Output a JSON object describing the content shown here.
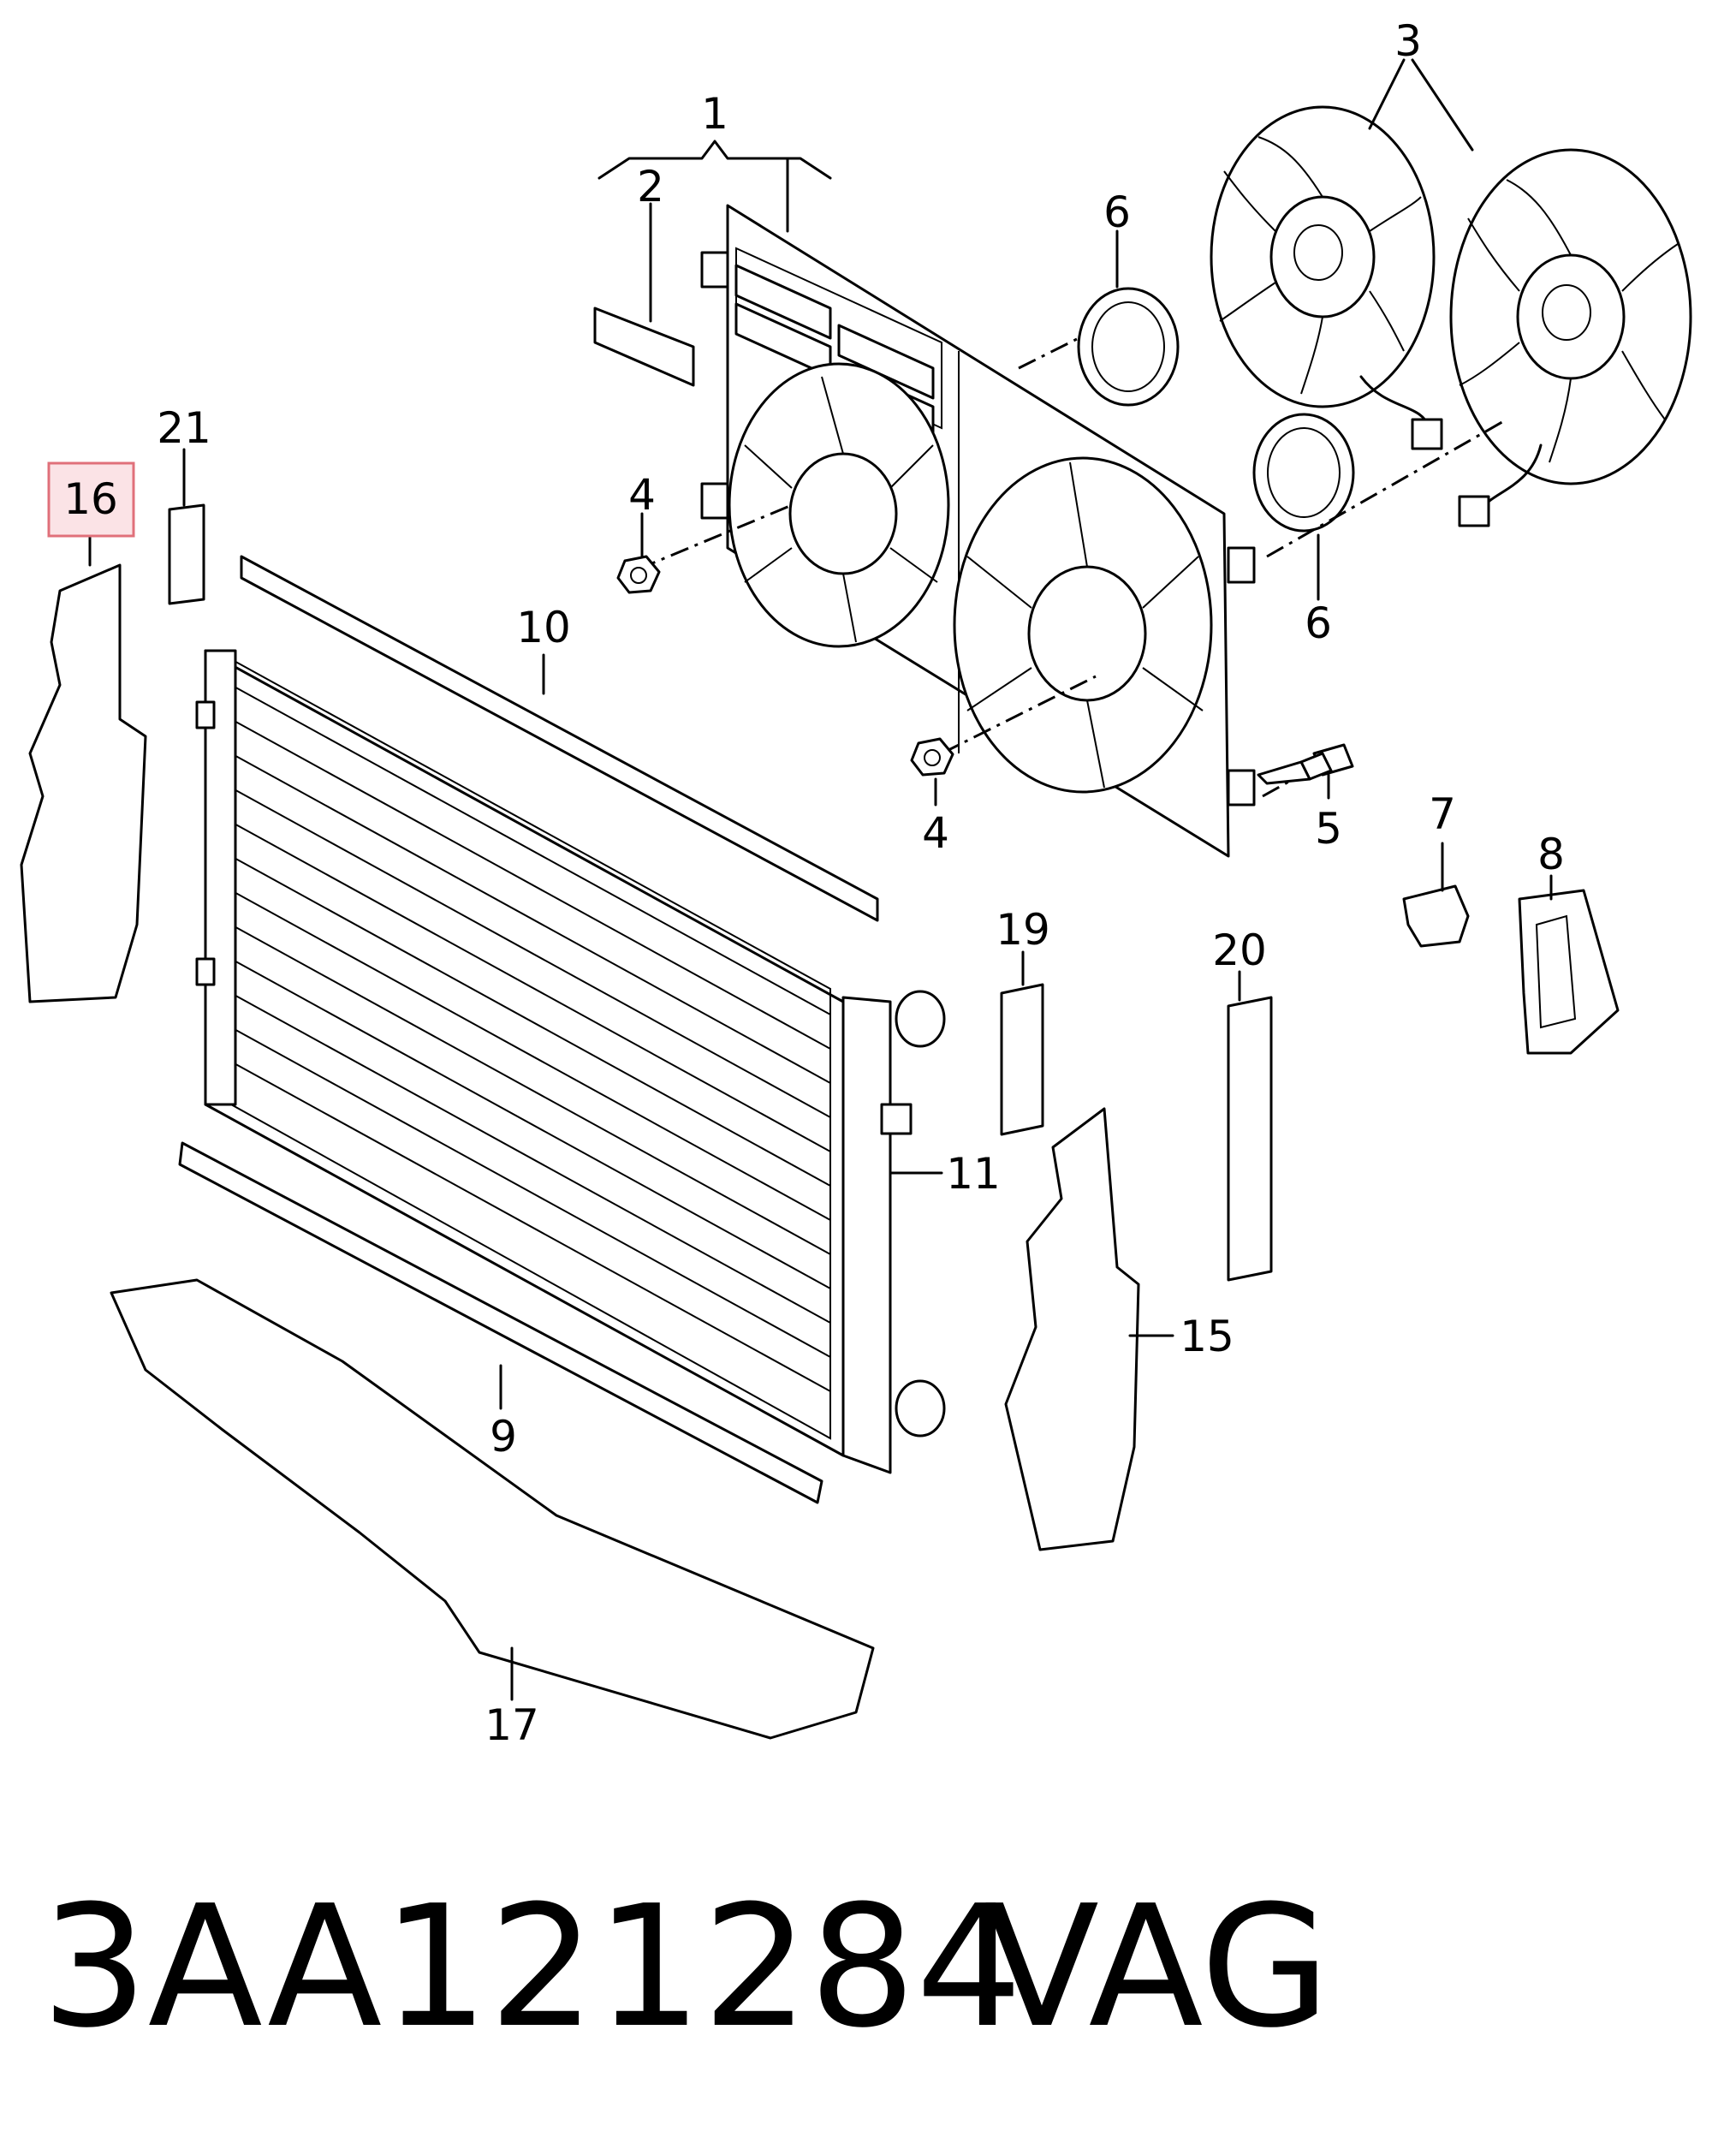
{
  "callouts": [
    {
      "num": "1"
    },
    {
      "num": "2"
    },
    {
      "num": "3"
    },
    {
      "num": "4"
    },
    {
      "num": "4"
    },
    {
      "num": "5"
    },
    {
      "num": "6"
    },
    {
      "num": "6"
    },
    {
      "num": "7"
    },
    {
      "num": "8"
    },
    {
      "num": "9"
    },
    {
      "num": "10"
    },
    {
      "num": "11"
    },
    {
      "num": "15"
    },
    {
      "num": "16"
    },
    {
      "num": "17"
    },
    {
      "num": "19"
    },
    {
      "num": "20"
    },
    {
      "num": "21"
    }
  ],
  "highlight": {
    "num": "16",
    "border_color": "#e0707a",
    "fill_color": "#fbe3e6"
  },
  "footer": {
    "part_number": "3AA121284",
    "brand": "VAG"
  }
}
